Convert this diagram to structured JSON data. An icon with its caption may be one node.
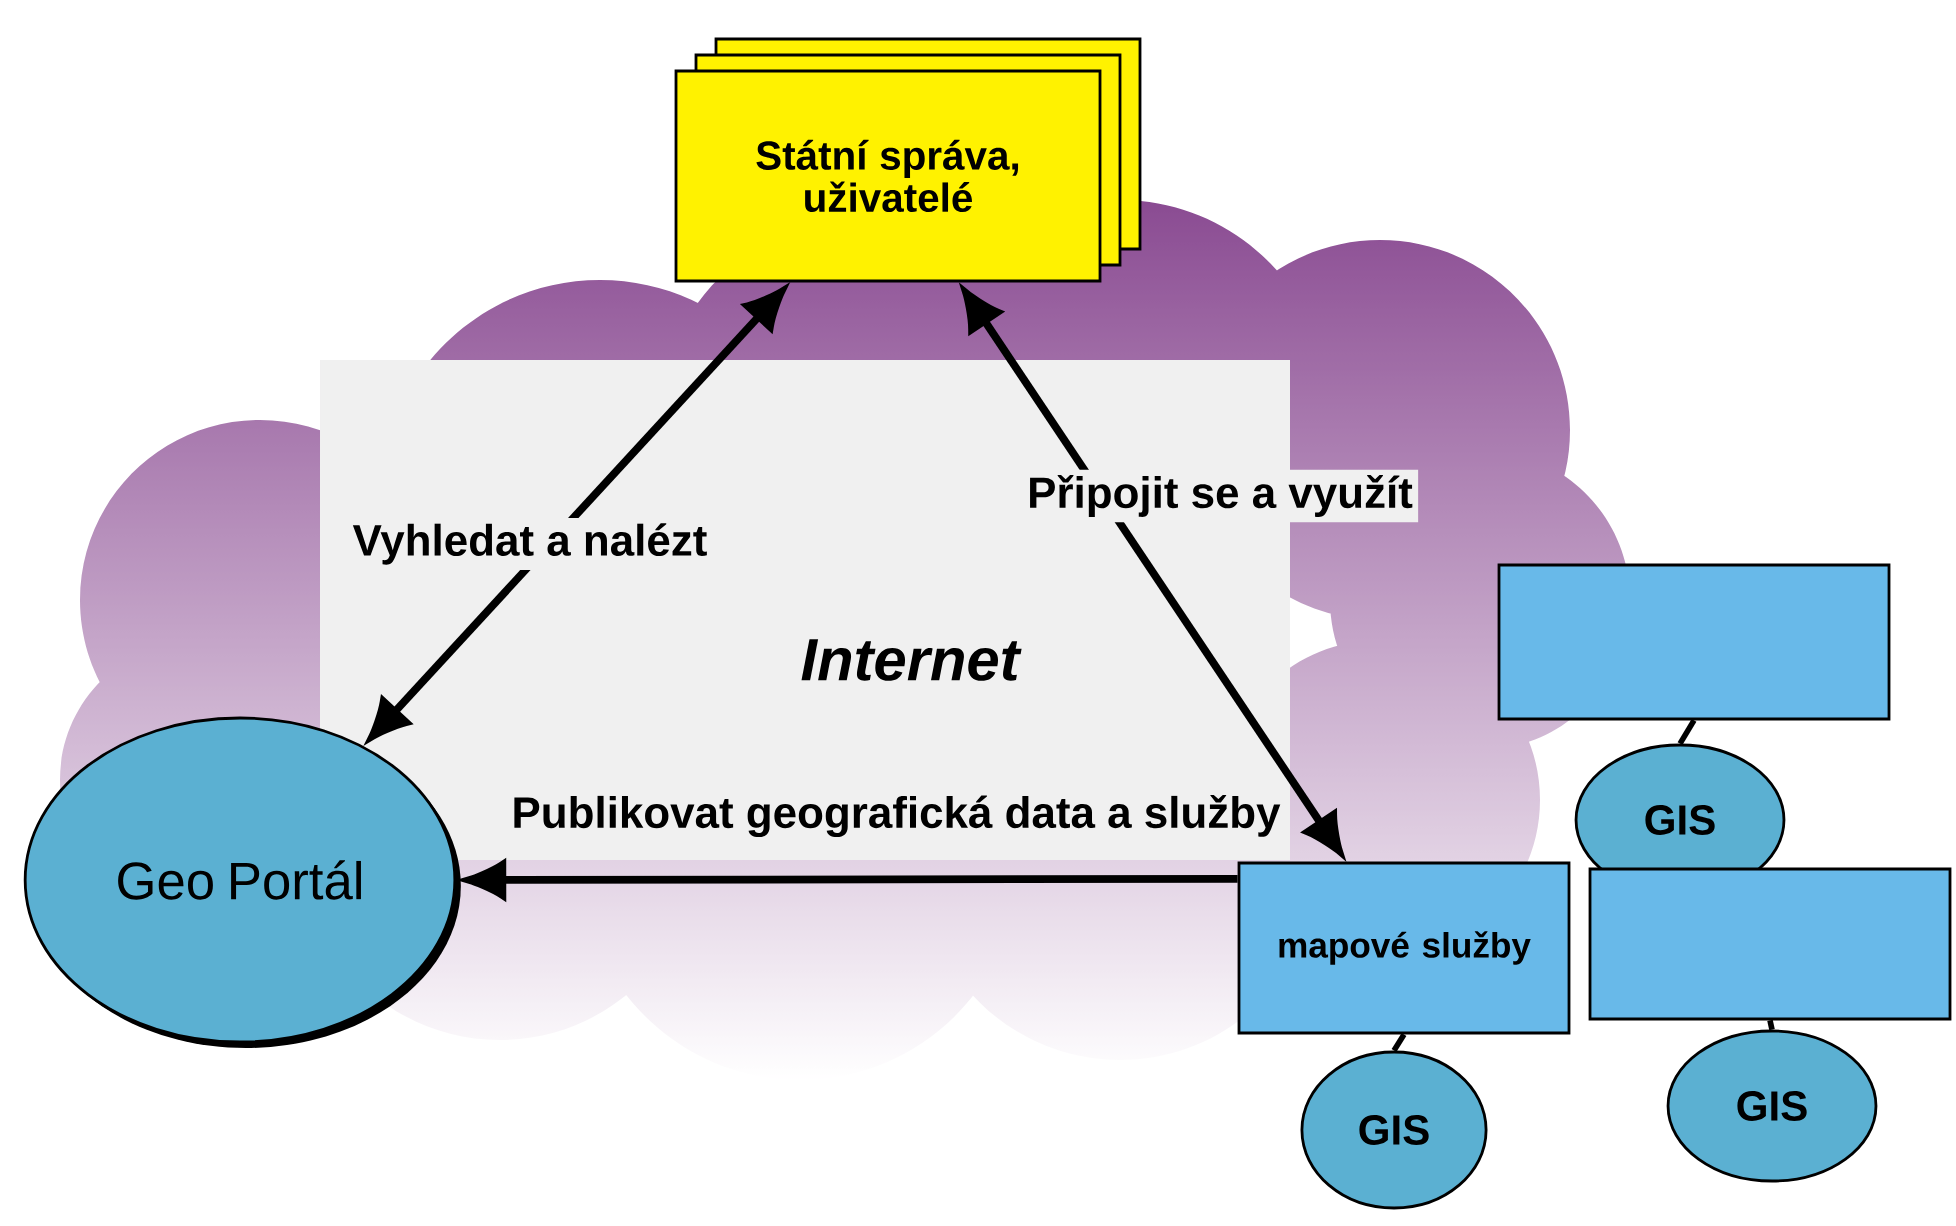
{
  "diagram": {
    "nodes": [
      {
        "text": [
          "Státní správa, uživatelé"
        ]
      },
      {
        "text": [
          "Geo Portál"
        ]
      },
      {
        "text": [],
        "shape": "box"
      },
      {
        "text": [
          "GIS"
        ]
      },
      {
        "text": [],
        "shape": "box"
      },
      {
        "text": [
          "mapové služby"
        ]
      },
      {
        "text": [
          "GIS"
        ]
      },
      {
        "text": [
          "GIS"
        ]
      }
    ],
    "edges": [
      {
        "from": 1,
        "to": 0,
        "arrow": "both",
        "label": "Vyhledat a nalézt"
      },
      {
        "from": 0,
        "to": 5,
        "arrow": "both",
        "label": "Připojit se a využít"
      },
      {
        "from": 5,
        "to": 1,
        "arrow": "to",
        "label": "Publikovat geografická data a služby"
      },
      {
        "from": 2,
        "to": 3,
        "arrow": "none"
      },
      {
        "from": 5,
        "to": 6,
        "arrow": "none"
      },
      {
        "from": 4,
        "to": 7,
        "arrow": "none"
      }
    ],
    "labels": [
      "Internet"
    ]
  }
}
